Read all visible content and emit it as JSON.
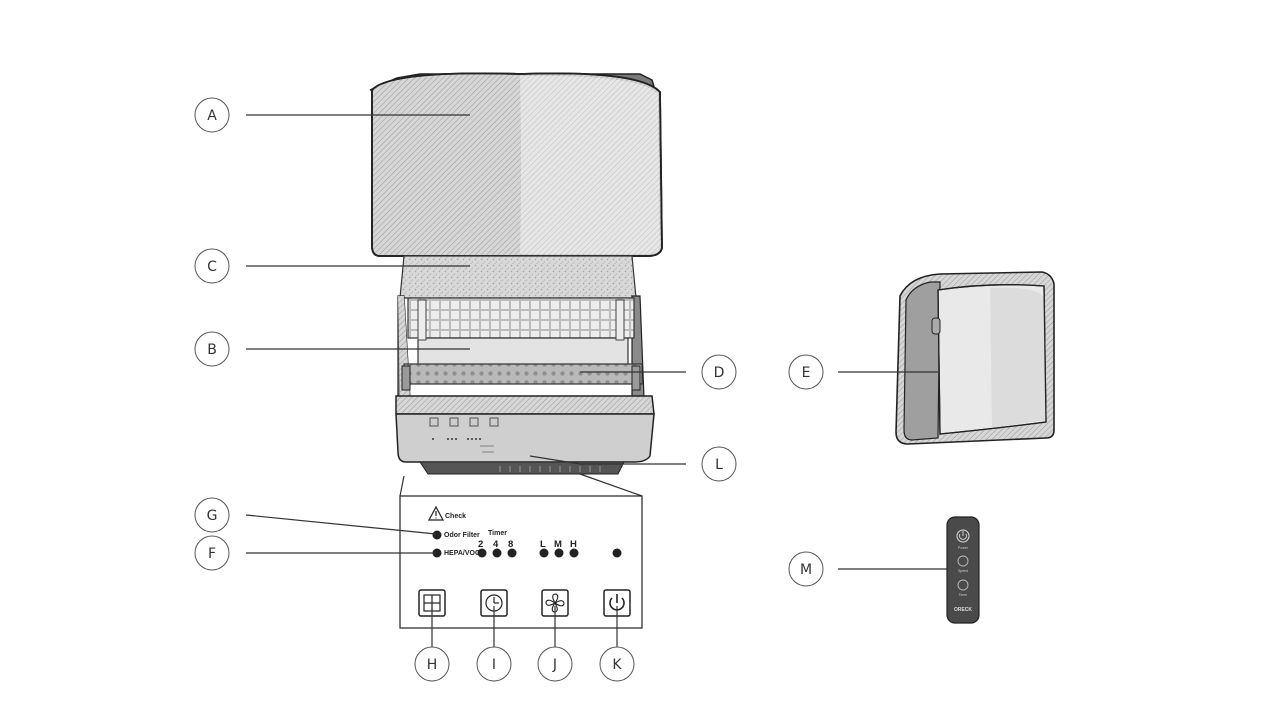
{
  "callouts": {
    "A": "A",
    "B": "B",
    "C": "C",
    "D": "D",
    "E": "E",
    "F": "F",
    "G": "G",
    "H": "H",
    "I": "I",
    "J": "J",
    "K": "K",
    "L": "L",
    "M": "M"
  },
  "panel": {
    "check": "Check",
    "odor_filter": "Odor Filter",
    "hepa_voc": "HEPA/VOC",
    "timer": "Timer",
    "timer_values": [
      "2",
      "4",
      "8"
    ],
    "fan_speeds": [
      "L",
      "M",
      "H"
    ]
  },
  "remote": {
    "power_label": "Power",
    "speed_label": "Speed",
    "timer_label": "Timer",
    "brand": "ORECK"
  },
  "colors": {
    "line": "#333333",
    "unit_gray": "#cfcfcf",
    "dark": "#222222",
    "remote_body": "#4a4a4a"
  }
}
